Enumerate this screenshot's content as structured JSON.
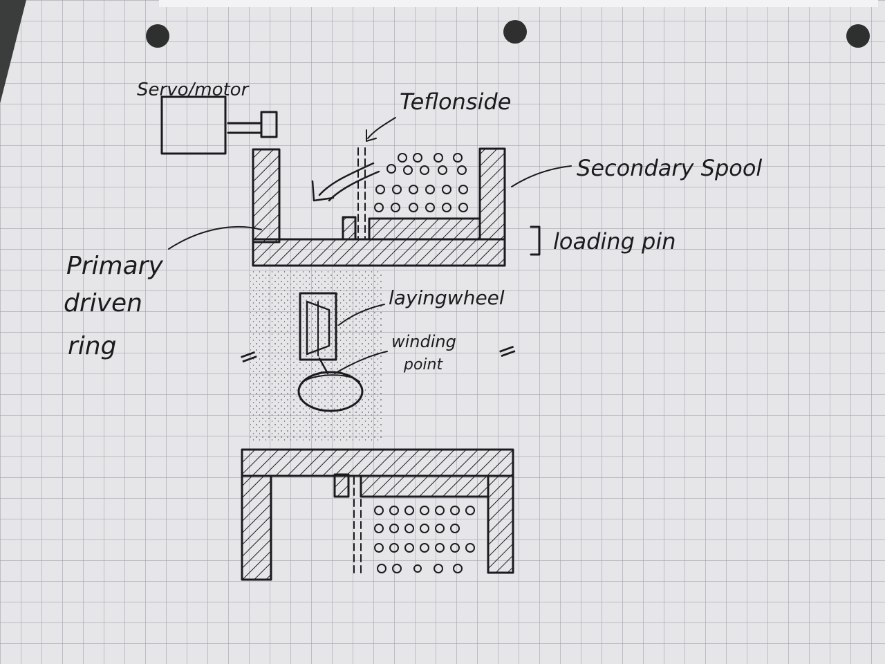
{
  "labels": {
    "servo_motor": "Servo/motor",
    "teflon_side": "Teflonside",
    "secondary_spool": "Secondary Spool",
    "loading_pin": "loading pin",
    "primary_line1": "Primary",
    "primary_line2": "driven",
    "primary_line3": "ring",
    "laying_wheel": "layingwheel",
    "winding_line1": "winding",
    "winding_line2": "point",
    "equals_left": "=",
    "equals_right": "="
  },
  "colors": {
    "paper": "#e6e6e9",
    "grid": "#9ea3ad",
    "ink": "#1b1b1e",
    "background": "#3a3d3c"
  }
}
